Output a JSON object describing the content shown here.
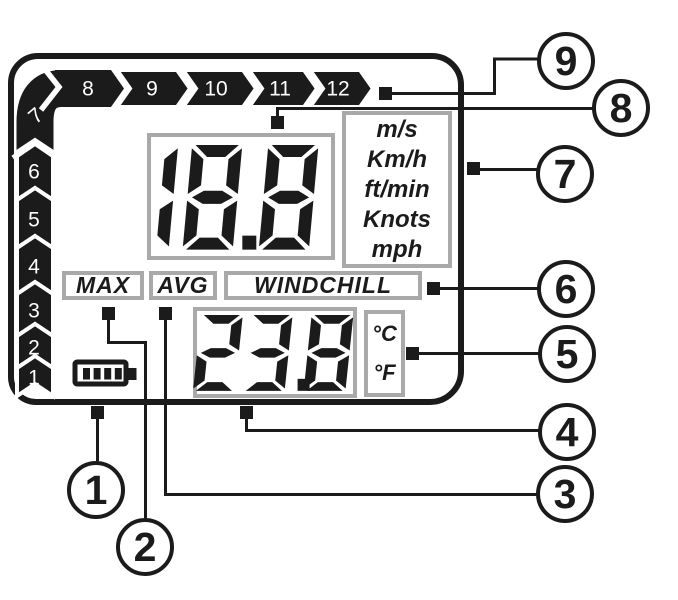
{
  "display": {
    "wind_value": "18.8",
    "temp_value": "23.8",
    "speed_scale_top": [
      "8",
      "9",
      "10",
      "11",
      "12"
    ],
    "speed_scale_side": [
      "7",
      "6",
      "5",
      "4",
      "3",
      "2",
      "1"
    ],
    "speed_units": [
      "m/s",
      "Km/h",
      "ft/min",
      "Knots",
      "mph"
    ],
    "mode_max": "MAX",
    "mode_avg": "AVG",
    "mode_windchill": "WINDCHILL",
    "temp_unit_c": "°C",
    "temp_unit_f": "°F",
    "battery_bars": 4
  },
  "callouts": [
    "1",
    "2",
    "3",
    "4",
    "5",
    "6",
    "7",
    "8",
    "9"
  ],
  "colors": {
    "ink": "#1b1b1b",
    "box_border": "#a9a9a9",
    "background": "#ffffff"
  }
}
